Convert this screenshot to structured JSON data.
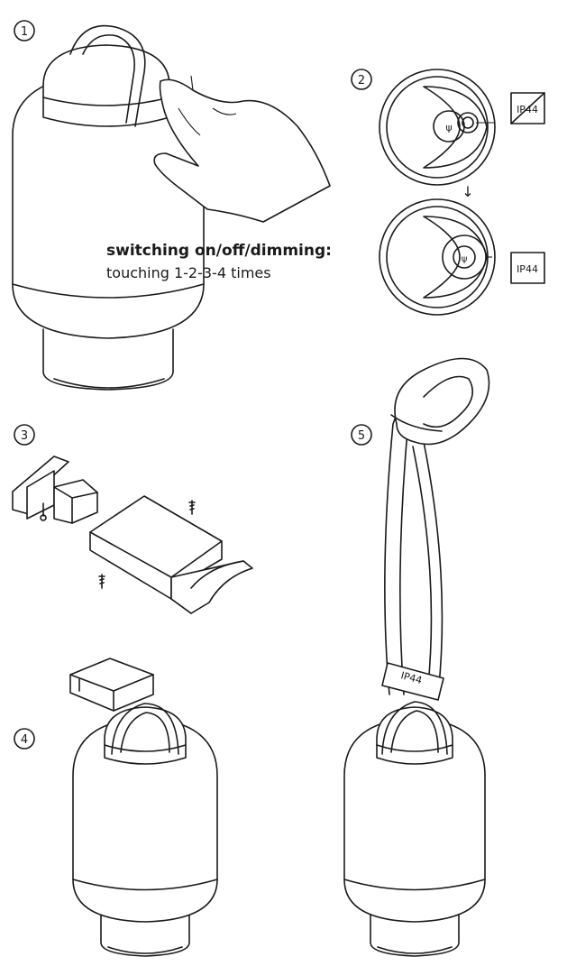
{
  "steps": [
    {
      "number": "1"
    },
    {
      "number": "2"
    },
    {
      "number": "3"
    },
    {
      "number": "4"
    },
    {
      "number": "5"
    }
  ],
  "instruction": {
    "title": "switching on/off/dimming:",
    "text": "touching 1-2-3-4 times"
  },
  "ip_labels": {
    "crossed": "IP44",
    "plain": "IP44",
    "strap_tag": "IP44"
  },
  "arrow_glyph": "↓",
  "colors": {
    "line": "#1a1a1a",
    "background": "#ffffff"
  }
}
